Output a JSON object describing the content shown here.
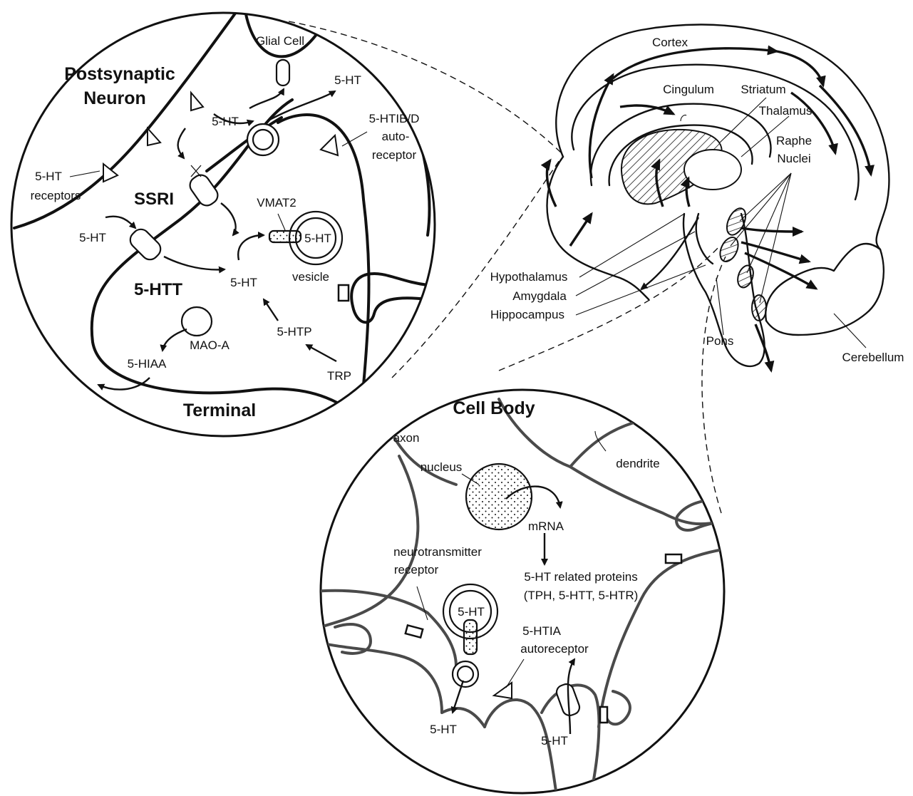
{
  "terminal_panel": {
    "postsynaptic_line1": "Postsynaptic",
    "postsynaptic_line2": "Neuron",
    "glial_cell": "Glial Cell",
    "ht_top": "5-HT",
    "ht_left_upper": "5-HT",
    "autoreceptor_line1": "5-HTIB/D",
    "autoreceptor_line2": "auto-",
    "autoreceptor_line3": "receptor",
    "receptors_line1": "5-HT",
    "receptors_line2": "receptors",
    "ssri": "SSRI",
    "vmat2": "VMAT2",
    "ht_vesicle": "5-HT",
    "vesicle": "vesicle",
    "ht_uptake": "5-HT",
    "ht_center": "5-HT",
    "htt": "5-HTT",
    "mao_a": "MAO-A",
    "htp": "5-HTP",
    "hiaa": "5-HIAA",
    "trp": "TRP",
    "terminal": "Terminal"
  },
  "brain_panel": {
    "cortex": "Cortex",
    "cingulum": "Cingulum",
    "striatum": "Striatum",
    "thalamus": "Thalamus",
    "raphe_line1": "Raphe",
    "raphe_line2": "Nuclei",
    "hypothalamus": "Hypothalamus",
    "amygdala": "Amygdala",
    "hippocampus": "Hippocampus",
    "pons": "Pons",
    "cerebellum": "Cerebellum"
  },
  "cellbody_panel": {
    "title": "Cell Body",
    "axon": "axon",
    "dendrite": "dendrite",
    "nucleus": "nucleus",
    "mrna": "mRNA",
    "proteins_line1": "5-HT related proteins",
    "proteins_line2": "(TPH, 5-HTT, 5-HTR)",
    "nt_receptor_line1": "neurotransmitter",
    "nt_receptor_line2": "receptor",
    "ht_vesicle": "5-HT",
    "autoreceptor_line1": "5-HTIA",
    "autoreceptor_line2": "autoreceptor",
    "ht_release": "5-HT",
    "ht_reuptake": "5-HT"
  }
}
